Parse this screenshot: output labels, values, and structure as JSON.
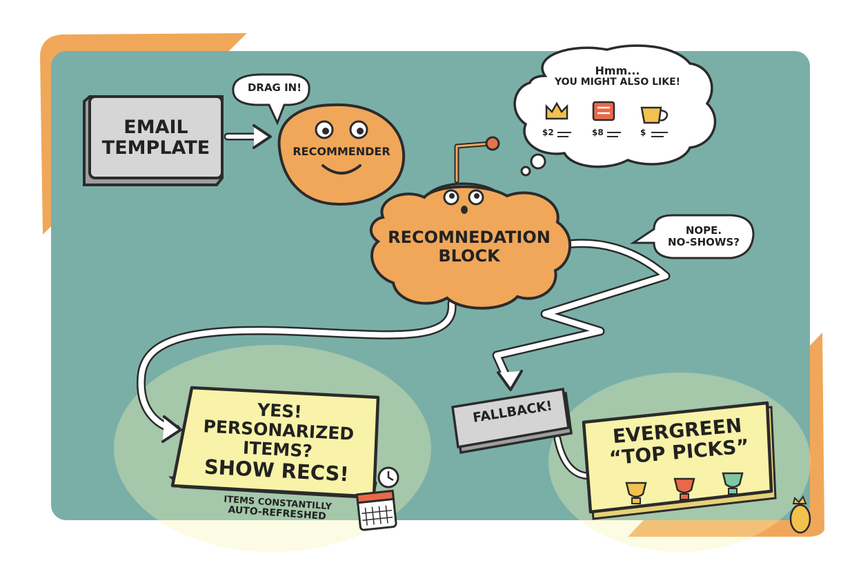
{
  "colors": {
    "teal_panel": "#7aafa8",
    "orange": "#f0a75a",
    "light_yellow": "#f8f3a8",
    "gray_box": "#d4d4d4",
    "outline": "#2b2b2b"
  },
  "icons": [
    "crown-icon",
    "book-icon",
    "coffee-cup-icon",
    "clock-icon",
    "calendar-icon",
    "trophy-icon",
    "robot-antenna-icon",
    "easter-egg-icon"
  ],
  "nodes": {
    "email_template": {
      "line1": "EMAIL",
      "line2": "TEMPLATE"
    },
    "drag_in": "DRAG IN!",
    "recommender": "RECOMMENDER",
    "recommendation_block": {
      "line1": "RECOMNEDATION",
      "line2": "BLOCK"
    },
    "thought_bubble": {
      "line1": "Hmm...",
      "line2": "YOU MIGHT ALSO LIKE!",
      "prices": [
        "$2",
        "$8",
        "$"
      ]
    },
    "nope_bubble": {
      "line1": "NOPE.",
      "line2": "NO-SHOWS?"
    },
    "yes_box": {
      "line1": "YES!",
      "line2": "PERSONARIZED",
      "line3": "ITEMS?",
      "line4": "SHOW RECS!"
    },
    "refresh_note": {
      "line1": "ITEMS CONSTANTILLY",
      "line2": "AUTO-REFRESHED"
    },
    "fallback": "FALLBACK!",
    "evergreen": {
      "line1": "EVERGREEN",
      "line2": "“TOP PICKS”"
    }
  }
}
